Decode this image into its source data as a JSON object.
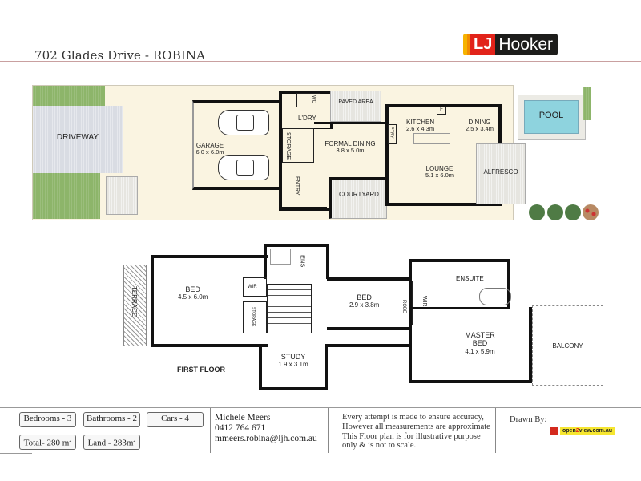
{
  "header": {
    "title": "702 Glades Drive - ROBINA",
    "logo": {
      "lj": "LJ",
      "brand": "Hooker"
    },
    "colors": {
      "rule": "#c9a0a0",
      "logo_red": "#e2231a",
      "logo_black": "#1d1d1b",
      "logo_yellow": "#f6b300"
    }
  },
  "ground_floor": {
    "rooms": {
      "driveway": "DRIVEWAY",
      "garage": {
        "name": "GARAGE",
        "dim": "6.0 x 6.0m"
      },
      "wc": "WC",
      "laundry": "L'DRY",
      "storage": "STORAGE",
      "paved_area": "PAVED AREA",
      "formal_dining": {
        "name": "FORMAL DINING",
        "dim": "3.8 x 5.0m"
      },
      "entry": "ENTRY",
      "courtyard": "COURTYARD",
      "kitchen": {
        "name": "KITCHEN",
        "dim": "2.6 x 4.3m"
      },
      "pantry": "PTRY",
      "fridge": "F",
      "dining": {
        "name": "DINING",
        "dim": "2.5 x 3.4m"
      },
      "lounge": {
        "name": "LOUNGE",
        "dim": "5.1 x 6.0m"
      },
      "alfresco": "ALFRESCO",
      "pool": "POOL"
    }
  },
  "first_floor": {
    "label": "FIRST FLOOR",
    "rooms": {
      "terrace": "TERRACE",
      "bed1": {
        "name": "BED",
        "dim": "4.5 x 6.0m"
      },
      "ens": "ENS",
      "wir1": "WIR",
      "storage": "STORAGE",
      "study": {
        "name": "STUDY",
        "dim": "1.9 x 3.1m"
      },
      "bed2": {
        "name": "BED",
        "dim": "2.9 x 3.8m"
      },
      "robe": "ROBE",
      "wir2": "WIR",
      "ensuite": "ENSUITE",
      "master": {
        "name": "MASTER BED",
        "dim": "4.1 x 5.9m"
      },
      "balcony": "BALCONY"
    }
  },
  "stats": {
    "bedrooms": "Bedrooms - 3",
    "bathrooms": "Bathrooms - 2",
    "cars": "Cars - 4",
    "total": "Total- 280 m",
    "land": "Land - 283m",
    "unit_sup": "2"
  },
  "agent": {
    "name": "Michele Meers",
    "phone": "0412 764 671",
    "email": "mmeers.robina@ljh.com.au"
  },
  "disclaimer": {
    "line1": "Every  attempt is made to ensure accuracy,",
    "line2": "However all measurements are approximate",
    "line3": "This Floor plan is for illustrative purpose",
    "line4": "only & is not to scale."
  },
  "drawn_by": {
    "label": "Drawn By:",
    "brand_pre": "open",
    "brand_num": "2",
    "brand_post": "view.com.au"
  }
}
